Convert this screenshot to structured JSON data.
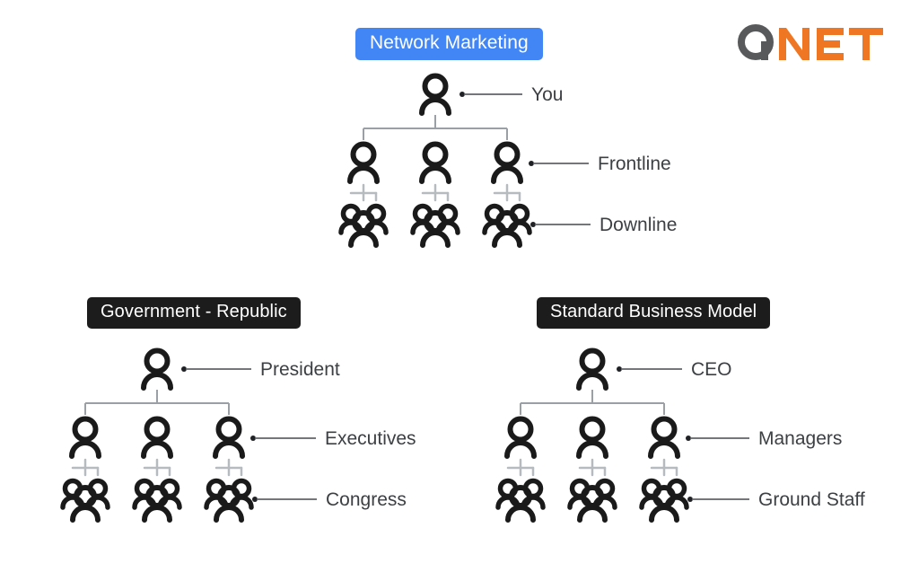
{
  "page": {
    "background_color": "#ffffff",
    "title": "Network Marketing vs Government vs Standard Business Model"
  },
  "logo": {
    "name": "qnet-logo",
    "mark_text": "Q",
    "word_text": "NET",
    "mark_color": "#58595b",
    "word_color": "#ef7622"
  },
  "diagrams": [
    {
      "id": "network",
      "badge": {
        "label": "Network Marketing",
        "background": "#4285f4",
        "text_color": "#ffffff"
      },
      "levels": [
        {
          "icon": "person-icon",
          "count": 1,
          "label": "You"
        },
        {
          "icon": "person-icon",
          "count": 3,
          "label": "Frontline"
        },
        {
          "icon": "group-icon",
          "count": 3,
          "label": "Downline"
        }
      ]
    },
    {
      "id": "government",
      "badge": {
        "label": "Government - Republic",
        "background": "#1c1c1c",
        "text_color": "#ffffff"
      },
      "levels": [
        {
          "icon": "person-icon",
          "count": 1,
          "label": "President"
        },
        {
          "icon": "person-icon",
          "count": 3,
          "label": "Executives"
        },
        {
          "icon": "group-icon",
          "count": 3,
          "label": "Congress"
        }
      ]
    },
    {
      "id": "business",
      "badge": {
        "label": "Standard Business Model",
        "background": "#1c1c1c",
        "text_color": "#ffffff"
      },
      "levels": [
        {
          "icon": "person-icon",
          "count": 1,
          "label": "CEO"
        },
        {
          "icon": "person-icon",
          "count": 3,
          "label": "Managers"
        },
        {
          "icon": "group-icon",
          "count": 3,
          "label": "Ground Staff"
        }
      ]
    }
  ],
  "colors": {
    "icon_stroke": "#1a1a1a",
    "tree_line": "#9aa0a6",
    "mini_connector": "#b6bbc0",
    "label_text": "#3c4043",
    "leader_line": "#5f6368"
  }
}
